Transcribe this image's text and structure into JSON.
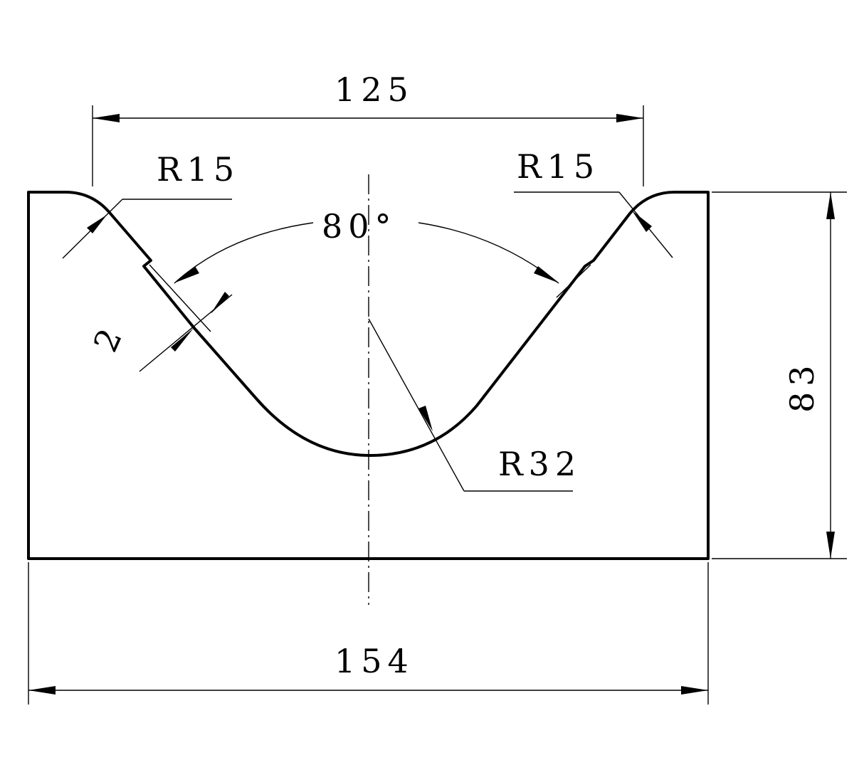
{
  "dimensions": {
    "top_width": "125",
    "left_radius": "R15",
    "right_radius": "R15",
    "angle": "80°",
    "groove_offset": "2",
    "bottom_radius": "R32",
    "height": "83",
    "total_width": "154"
  }
}
